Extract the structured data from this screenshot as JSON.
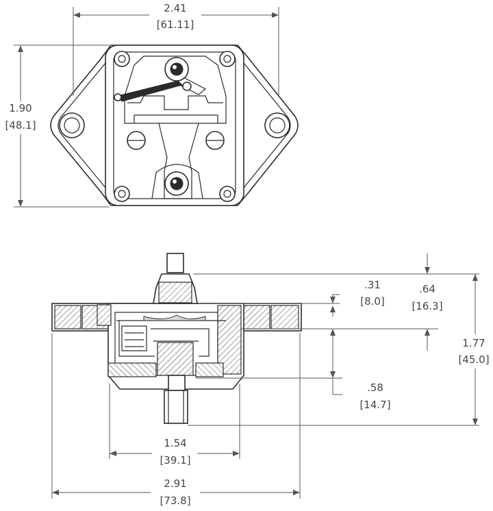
{
  "drawing": {
    "top_view": {
      "width": {
        "inch": "2.41",
        "mm": "[61.11]"
      },
      "height": {
        "inch": "1.90",
        "mm": "[48.1]"
      }
    },
    "side_view": {
      "dim_a": {
        "inch": ".31",
        "mm": "[8.0]"
      },
      "dim_b": {
        "inch": ".64",
        "mm": "[16.3]"
      },
      "dim_c": {
        "inch": ".58",
        "mm": "[14.7]"
      },
      "overall_height": {
        "inch": "1.77",
        "mm": "[45.0]"
      },
      "body_width": {
        "inch": "1.54",
        "mm": "[39.1]"
      },
      "overall_width": {
        "inch": "2.91",
        "mm": "[73.8]"
      }
    }
  },
  "colors": {
    "line": "#2a2a2a",
    "dimension": "#555555",
    "background": "#ffffff"
  }
}
